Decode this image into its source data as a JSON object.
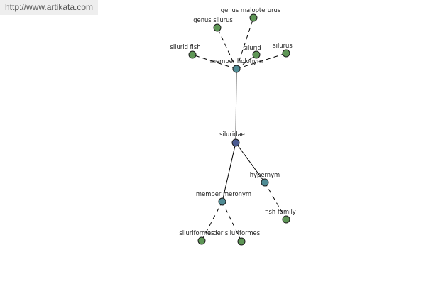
{
  "source_url": "http://www.artikata.com",
  "colors": {
    "leaf": "#5e9656",
    "relation": "#4f8b94",
    "root": "#4b5b92",
    "edge": "#000000"
  },
  "graph": {
    "nodes": [
      {
        "id": "siluridae",
        "label": "siluridae",
        "kind": "root"
      },
      {
        "id": "member-holonym",
        "label": "member holonym",
        "kind": "relation"
      },
      {
        "id": "hypernym",
        "label": "hypernym",
        "kind": "relation"
      },
      {
        "id": "member-meronym",
        "label": "member meronym",
        "kind": "relation"
      },
      {
        "id": "genus-malopterurus",
        "label": "genus malopterurus",
        "kind": "leaf"
      },
      {
        "id": "genus-silurus",
        "label": "genus silurus",
        "kind": "leaf"
      },
      {
        "id": "silurid-fish",
        "label": "silurid fish",
        "kind": "leaf"
      },
      {
        "id": "silurid",
        "label": "silurid",
        "kind": "leaf"
      },
      {
        "id": "silurus",
        "label": "silurus",
        "kind": "leaf"
      },
      {
        "id": "fish-family",
        "label": "fish family",
        "kind": "leaf"
      },
      {
        "id": "siluriformes",
        "label": "siluriformes",
        "kind": "leaf"
      },
      {
        "id": "order-siluriformes",
        "label": "order siluriformes",
        "kind": "leaf"
      }
    ],
    "edges": [
      {
        "from": "siluridae",
        "to": "member-holonym",
        "style": "solid"
      },
      {
        "from": "siluridae",
        "to": "hypernym",
        "style": "solid"
      },
      {
        "from": "siluridae",
        "to": "member-meronym",
        "style": "solid"
      },
      {
        "from": "member-holonym",
        "to": "genus-malopterurus",
        "style": "dashed"
      },
      {
        "from": "member-holonym",
        "to": "genus-silurus",
        "style": "dashed"
      },
      {
        "from": "member-holonym",
        "to": "silurid-fish",
        "style": "dashed"
      },
      {
        "from": "member-holonym",
        "to": "silurid",
        "style": "dashed"
      },
      {
        "from": "member-holonym",
        "to": "silurus",
        "style": "dashed"
      },
      {
        "from": "hypernym",
        "to": "fish-family",
        "style": "dashed"
      },
      {
        "from": "member-meronym",
        "to": "siluriformes",
        "style": "dashed"
      },
      {
        "from": "member-meronym",
        "to": "order-siluriformes",
        "style": "dashed"
      }
    ]
  }
}
